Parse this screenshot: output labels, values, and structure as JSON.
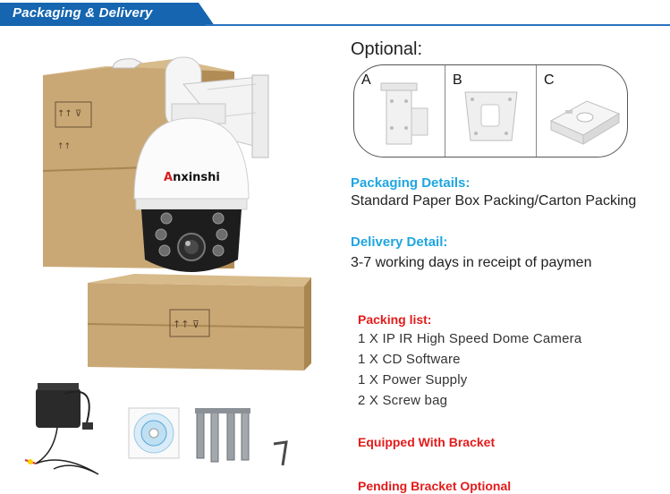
{
  "header": {
    "title": "Packaging & Delivery"
  },
  "product": {
    "brand_logo": "Anxinshi"
  },
  "optional": {
    "title": "Optional:",
    "items": [
      {
        "letter": "A",
        "icon": "wall-bracket-icon"
      },
      {
        "letter": "B",
        "icon": "corner-mount-icon"
      },
      {
        "letter": "C",
        "icon": "junction-box-icon"
      }
    ]
  },
  "packaging": {
    "heading": "Packaging Details:",
    "text": "Standard Paper Box Packing/Carton Packing"
  },
  "delivery": {
    "heading": "Delivery Detail:",
    "text": "3-7 working days in receipt of paymen"
  },
  "packing_list": {
    "heading": "Packing list:",
    "items": [
      "1 X IP IR High Speed Dome Camera",
      "1 X CD Software",
      "1 X Power Supply",
      "2 X Screw bag"
    ]
  },
  "notes": {
    "equipped": "Equipped With Bracket",
    "pending": "Pending Bracket Optional"
  },
  "colors": {
    "banner_blue": "#1565b0",
    "heading_blue": "#1fa6e0",
    "heading_red": "#e31b1b",
    "box_brown": "#c9a876"
  }
}
